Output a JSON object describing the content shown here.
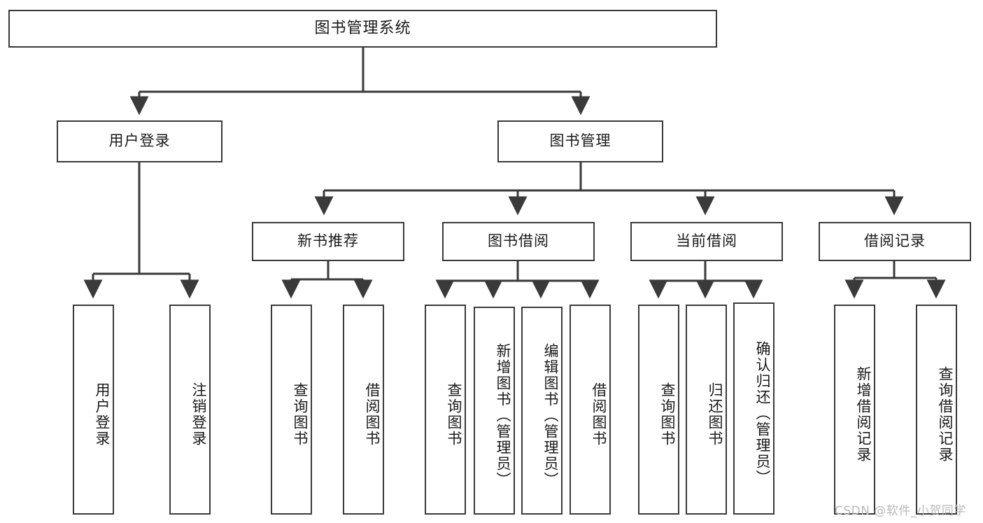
{
  "diagram": {
    "type": "tree-hierarchy",
    "title": "图书管理系统",
    "root": {
      "id": "root",
      "label": "图书管理系统"
    },
    "level2": [
      {
        "id": "user-login",
        "label": "用户登录"
      },
      {
        "id": "book-manage",
        "label": "图书管理"
      }
    ],
    "level3": [
      {
        "id": "new-book-rec",
        "label": "新书推荐",
        "parent": "book-manage"
      },
      {
        "id": "book-borrow",
        "label": "图书借阅",
        "parent": "book-manage"
      },
      {
        "id": "current-borrow",
        "label": "当前借阅",
        "parent": "book-manage"
      },
      {
        "id": "borrow-record",
        "label": "借阅记录",
        "parent": "book-manage"
      }
    ],
    "leaves": [
      {
        "id": "leaf-user-login",
        "label": "用户登录",
        "parent": "user-login"
      },
      {
        "id": "leaf-user-logout",
        "label": "注销登录",
        "parent": "user-login"
      },
      {
        "id": "leaf-query-book-1",
        "label": "查询图书",
        "parent": "new-book-rec"
      },
      {
        "id": "leaf-borrow-book-1",
        "label": "借阅图书",
        "parent": "new-book-rec"
      },
      {
        "id": "leaf-query-book-2",
        "label": "查询图书",
        "parent": "book-borrow"
      },
      {
        "id": "leaf-add-book",
        "label": "新增图书（管理员）",
        "parent": "book-borrow"
      },
      {
        "id": "leaf-edit-book",
        "label": "编辑图书（管理员）",
        "parent": "book-borrow"
      },
      {
        "id": "leaf-borrow-book-2",
        "label": "借阅图书",
        "parent": "book-borrow"
      },
      {
        "id": "leaf-query-book-3",
        "label": "查询图书",
        "parent": "current-borrow"
      },
      {
        "id": "leaf-return-book",
        "label": "归还图书",
        "parent": "current-borrow"
      },
      {
        "id": "leaf-confirm-return",
        "label": "确认归还（管理员）",
        "parent": "current-borrow"
      },
      {
        "id": "leaf-add-record",
        "label": "新增借阅记录",
        "parent": "borrow-record"
      },
      {
        "id": "leaf-query-record",
        "label": "查询借阅记录",
        "parent": "borrow-record"
      }
    ]
  },
  "watermark": {
    "text": "CSDN @软件_小贺同学"
  },
  "colors": {
    "line": "#3a3a3a",
    "box_border": "#3a3a3a",
    "box_fill": "#ffffff",
    "text": "#1a1a1a",
    "watermark": "#b9b9b9",
    "background": "#ffffff"
  }
}
